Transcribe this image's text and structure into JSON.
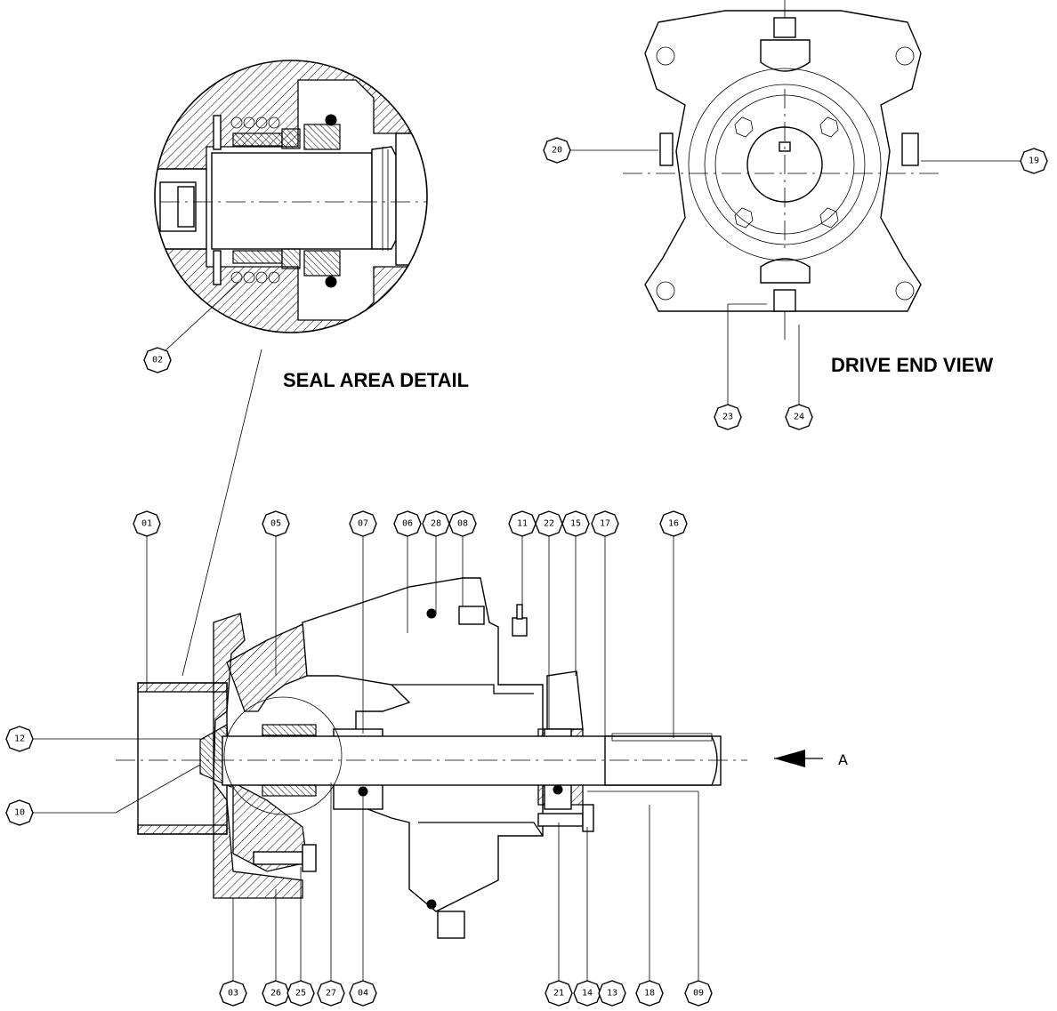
{
  "titles": {
    "seal_detail": "SEAL AREA DETAIL",
    "drive_end": "DRIVE END VIEW"
  },
  "view_arrow_label": "A",
  "callouts": {
    "c01": "01",
    "c02": "02",
    "c03": "03",
    "c04": "04",
    "c05": "05",
    "c06": "06",
    "c07": "07",
    "c08": "08",
    "c09": "09",
    "c10": "10",
    "c11": "11",
    "c12": "12",
    "c13": "13",
    "c14": "14",
    "c15": "15",
    "c16": "16",
    "c17": "17",
    "c18": "18",
    "c19": "19",
    "c20": "20",
    "c21": "21",
    "c22": "22",
    "c23": "23",
    "c24": "24",
    "c25": "25",
    "c26": "26",
    "c27": "27",
    "c28": "28"
  }
}
